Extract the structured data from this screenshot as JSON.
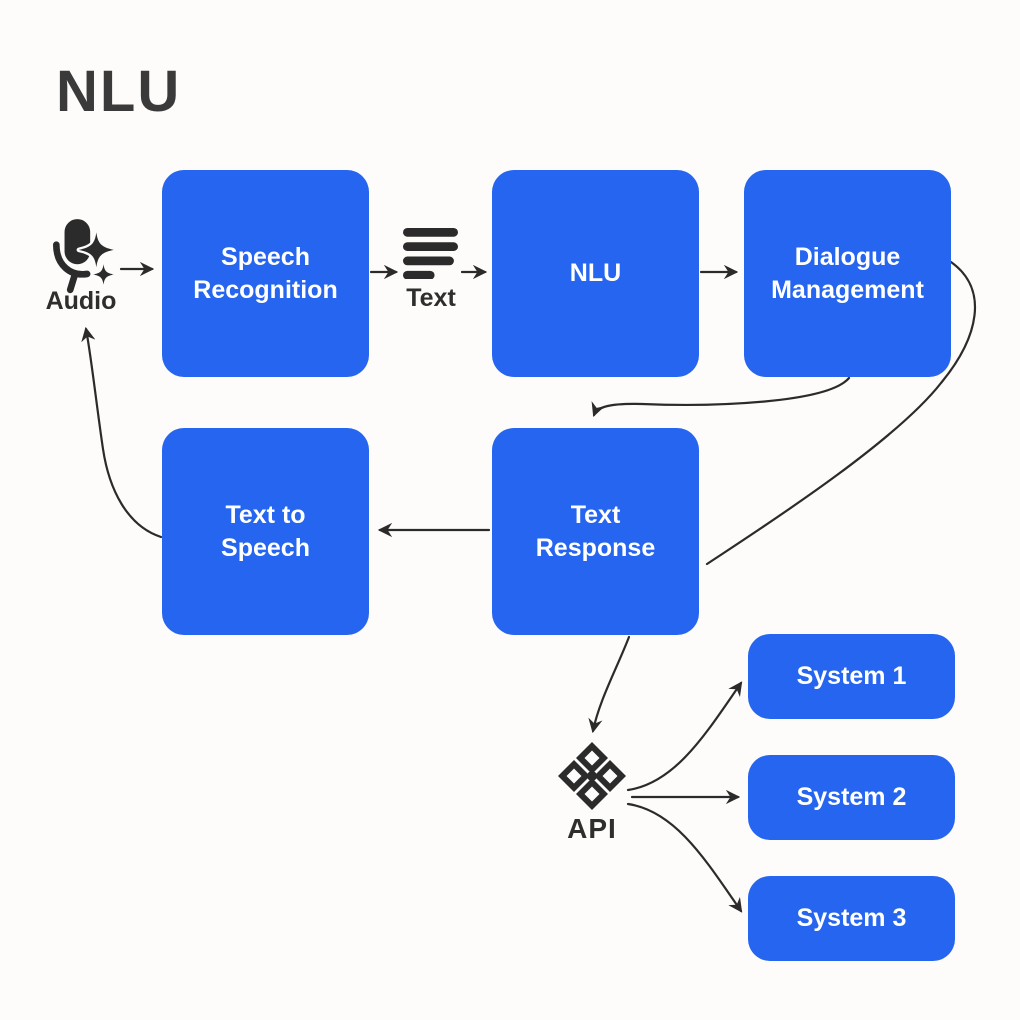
{
  "title": "NLU",
  "colors": {
    "box_blue": "#2565F0",
    "ink": "#2b2b2b",
    "background": "#fdfcfa",
    "box_text": "#ffffff"
  },
  "nodes": {
    "audio": {
      "label": "Audio",
      "icon": "microphone-sparkle-icon"
    },
    "speech_recognition": {
      "label": "Speech Recognition"
    },
    "text": {
      "label": "Text",
      "icon": "text-lines-icon"
    },
    "nlu": {
      "label": "NLU"
    },
    "dialogue_management": {
      "label": "Dialogue Management"
    },
    "text_to_speech": {
      "label": "Text to Speech"
    },
    "text_response": {
      "label": "Text Response"
    },
    "api": {
      "label": "API",
      "icon": "api-hub-icon"
    },
    "system1": {
      "label": "System 1"
    },
    "system2": {
      "label": "System 2"
    },
    "system3": {
      "label": "System 3"
    }
  },
  "edges": [
    {
      "from": "audio",
      "to": "speech_recognition",
      "arrow": true
    },
    {
      "from": "speech_recognition",
      "to": "text",
      "arrow": true
    },
    {
      "from": "text",
      "to": "nlu",
      "arrow": true
    },
    {
      "from": "nlu",
      "to": "dialogue_management",
      "arrow": true
    },
    {
      "from": "dialogue_management",
      "to": "text_response",
      "arrow": true
    },
    {
      "from": "dialogue_management",
      "to": "text_response_right_side",
      "arrow": false
    },
    {
      "from": "text_response",
      "to": "text_to_speech",
      "arrow": true
    },
    {
      "from": "text_to_speech",
      "to": "audio",
      "arrow": true
    },
    {
      "from": "text_response",
      "to": "api",
      "arrow": true
    },
    {
      "from": "api",
      "to": "system1",
      "arrow": true
    },
    {
      "from": "api",
      "to": "system2",
      "arrow": true
    },
    {
      "from": "api",
      "to": "system3",
      "arrow": true
    }
  ]
}
